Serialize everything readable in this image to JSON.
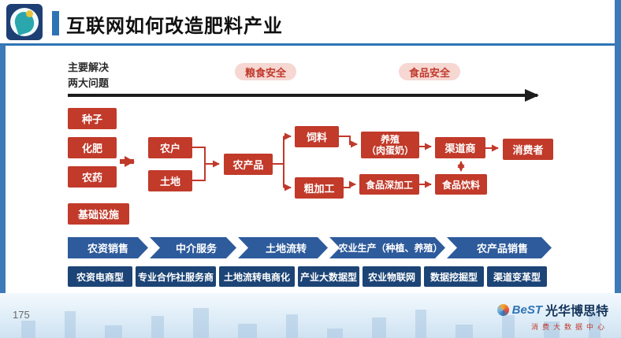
{
  "colors": {
    "box_red": "#c13a2a",
    "badge_pink_bg": "#f6d7d2",
    "badge_text_red": "#c0392b",
    "chevron_blue": "#2e5b9c",
    "model_navy": "#1c4476",
    "frame_blue": "#2e74b5"
  },
  "header": {
    "title": "互联网如何改造肥料产业"
  },
  "diagram": {
    "intro": "主要解决\n两大问题",
    "badge_grain": "粮食安全",
    "badge_food": "食品安全",
    "inputs": [
      "种子",
      "化肥",
      "农药",
      "基础设施"
    ],
    "producers": [
      "农户",
      "土地"
    ],
    "product": "农产品",
    "processing": [
      "饲料",
      "粗加工"
    ],
    "downstream": [
      "养殖\n（肉蛋奶）",
      "食品深加工"
    ],
    "channels": [
      "渠道商",
      "食品饮料"
    ],
    "consumer": "消费者"
  },
  "value_chain": [
    "农资销售",
    "中介服务",
    "土地流转",
    "农业生产（种植、养殖）",
    "农产品销售"
  ],
  "models": [
    "农资电商型",
    "专业合作社服务商",
    "土地流转电商化",
    "产业大数据型",
    "农业物联网",
    "数据挖掘型",
    "渠道变革型"
  ],
  "footer": {
    "page_number": "175",
    "brand_en": "BeST",
    "brand_cn": "光华博思特",
    "brand_sub": "消费大数据中心"
  }
}
